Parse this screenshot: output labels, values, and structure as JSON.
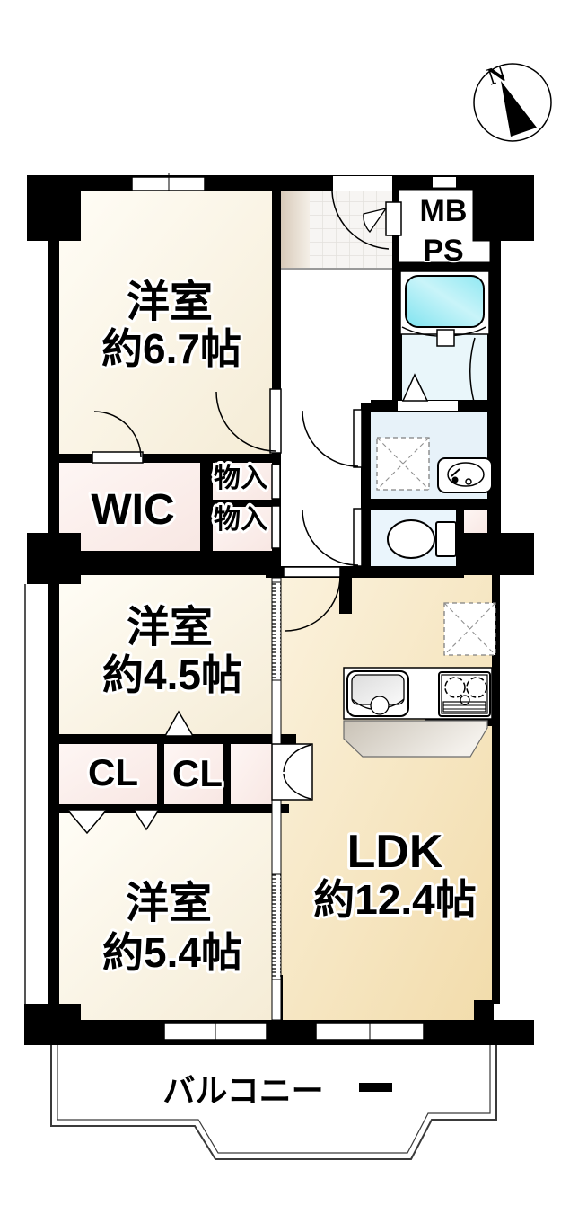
{
  "compass": {
    "north_label": "N"
  },
  "rooms": {
    "bedroom1": {
      "name": "洋室",
      "size": "約6.7帖"
    },
    "bedroom2": {
      "name": "洋室",
      "size": "約4.5帖"
    },
    "bedroom3": {
      "name": "洋室",
      "size": "約5.4帖"
    },
    "ldk": {
      "name": "LDK",
      "size": "約12.4帖"
    },
    "wic": {
      "label": "WIC"
    },
    "storage_upper": {
      "label": "物入"
    },
    "storage_lower": {
      "label": "物入"
    },
    "closet_left": {
      "label": "CL"
    },
    "closet_mid": {
      "label": "CL"
    },
    "meter_box": {
      "line1": "MB",
      "line2": "PS"
    },
    "balcony": {
      "label": "バルコニー"
    }
  },
  "colors": {
    "wall": "#000000",
    "room_cream": "#faf3df",
    "closet_pink": "#fcefec",
    "ldk_beige": "#f6e5bd",
    "bathtub_cyan": "#8fe6f1",
    "bath_floor": "#e9f6fa",
    "washroom_floor": "#e7f2f9",
    "toilet_floor": "#eaf5fc",
    "entry_tile": "#f6f4f2",
    "balcony_floor": "#ffffff"
  }
}
